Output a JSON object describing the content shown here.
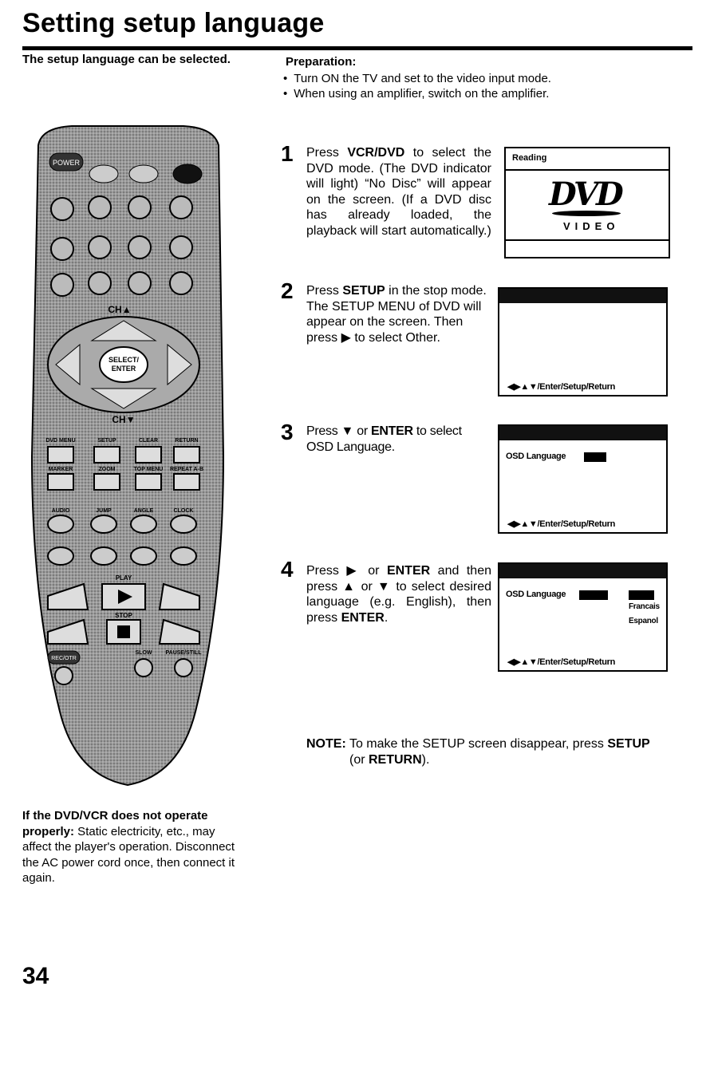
{
  "page": {
    "title": "Setting setup language",
    "subtitle": "The setup language can be selected.",
    "page_number": "34"
  },
  "preparation": {
    "heading": "Preparation:",
    "items": [
      "Turn ON the TV and set to the video input mode.",
      "When using an amplifier, switch on the amplifier."
    ]
  },
  "steps": [
    {
      "number": "1",
      "parts": [
        "Press ",
        "VCR/DVD",
        " to select the DVD mode. (The DVD indicator will light) “No Disc” will appear on the screen. (If a DVD disc has already loaded, the playback will start automatically.)"
      ]
    },
    {
      "number": "2",
      "parts": [
        "Press ",
        "SETUP",
        " in the stop mode. The SETUP MENU of DVD will appear on the screen. Then press ▶ to select Other."
      ]
    },
    {
      "number": "3",
      "parts": [
        "Press ▼ or ",
        "ENTER",
        " to select OSD Language."
      ]
    },
    {
      "number": "4",
      "parts": [
        "Press ▶ or ",
        "ENTER",
        " and then press ▲ or ▼ to select desired language (e.g. English), then press ",
        "ENTER",
        "."
      ]
    }
  ],
  "screens": {
    "s1": {
      "status": "Reading",
      "logo": "DVD",
      "logo_sub": "VIDEO"
    },
    "s2": {
      "footer": "◀▶▲▼/Enter/Setup/Return"
    },
    "s3": {
      "osd_label": "OSD Language",
      "footer": "◀▶▲▼/Enter/Setup/Return"
    },
    "s4": {
      "osd_label": "OSD Language",
      "options": [
        "Francais",
        "Espanol"
      ],
      "footer": "◀▶▲▼/Enter/Setup/Return"
    }
  },
  "note": {
    "label": "NOTE:",
    "text_1": " To make the SETUP screen disappear, press ",
    "key_1": "SETUP",
    "text_2": "(or ",
    "key_2": "RETURN",
    "text_3": ")."
  },
  "trouble": {
    "lead": "If the DVD/VCR does not operate properly:",
    "text": " Static electricity, etc., may affect the player's operation. Disconnect the AC power cord once, then connect it again."
  },
  "remote": {
    "power": "POWER",
    "select_enter": "SELECT/ ENTER",
    "record": "REC/OTR",
    "ch": "CH",
    "labels": [
      "DVD MENU",
      "SETUP",
      "CLEAR",
      "RETURN",
      "MARKER",
      "ZOOM",
      "TOP MENU",
      "REPEAT A-B",
      "AUDIO",
      "JUMP",
      "ANGLE",
      "CLOCK",
      "PLAY",
      "STOP",
      "SLOW",
      "PAUSE/STILL"
    ]
  }
}
